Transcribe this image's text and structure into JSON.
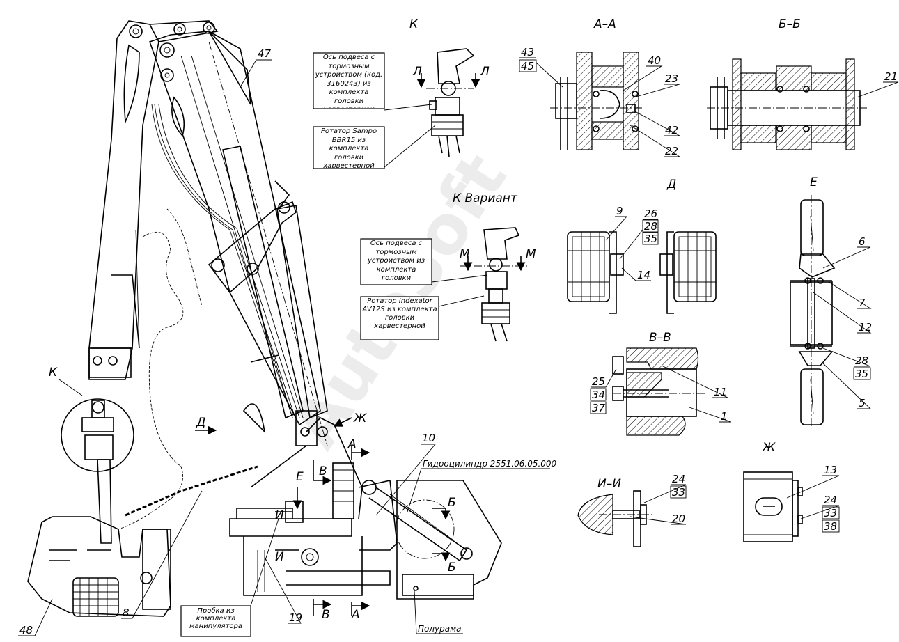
{
  "watermark": "AutoSoft",
  "section_titles": {
    "k": "К",
    "aa": "А–А",
    "bb": "Б–Б",
    "k_variant": "К Вариант",
    "d": "Д",
    "e": "Е",
    "vv": "В–В",
    "ii": "И–И",
    "zh": "Ж"
  },
  "notes": {
    "axle_1": "Ось подвеса с тормозным устройством (код. 3160243) из комплекта головки харвестерной",
    "rotator_1": "Ротатор Sampo BBR15 из комплекта головки харвестерной",
    "axle_2": "Ось подвеса с тормозным устройством из комплекта головки харвестерной",
    "rotator_2": "Ротатор Indexator AV12S из комплекта головки харвестерной",
    "plug": "Пробка из комплекта манипулятора",
    "cylinder": "Гидроцилиндр 2551.06.05.000",
    "half_frame": "Полурама"
  },
  "view_marks": {
    "l": "Л",
    "m": "М",
    "k": "К",
    "d": "Д",
    "e": "Е",
    "zh": "Ж",
    "a": "А",
    "b": "Б",
    "v": "В",
    "i": "И"
  },
  "callouts": {
    "p47": "47",
    "p48": "48",
    "p8": "8",
    "p10": "10",
    "p19": "19",
    "p43": "43",
    "p45": "45",
    "p40": "40",
    "p23": "23",
    "p42": "42",
    "p22": "22",
    "p21": "21",
    "p9": "9",
    "p26": "26",
    "p28": "28",
    "p35": "35",
    "p14": "14",
    "p6": "6",
    "p7": "7",
    "p12": "12",
    "p28b": "28",
    "p35b": "35",
    "p5": "5",
    "p25": "25",
    "p34": "34",
    "p37": "37",
    "p11": "11",
    "p1": "1",
    "p24": "24",
    "p33": "33",
    "p20": "20",
    "p13": "13",
    "p24b": "24",
    "p33b": "33",
    "p38": "38"
  }
}
